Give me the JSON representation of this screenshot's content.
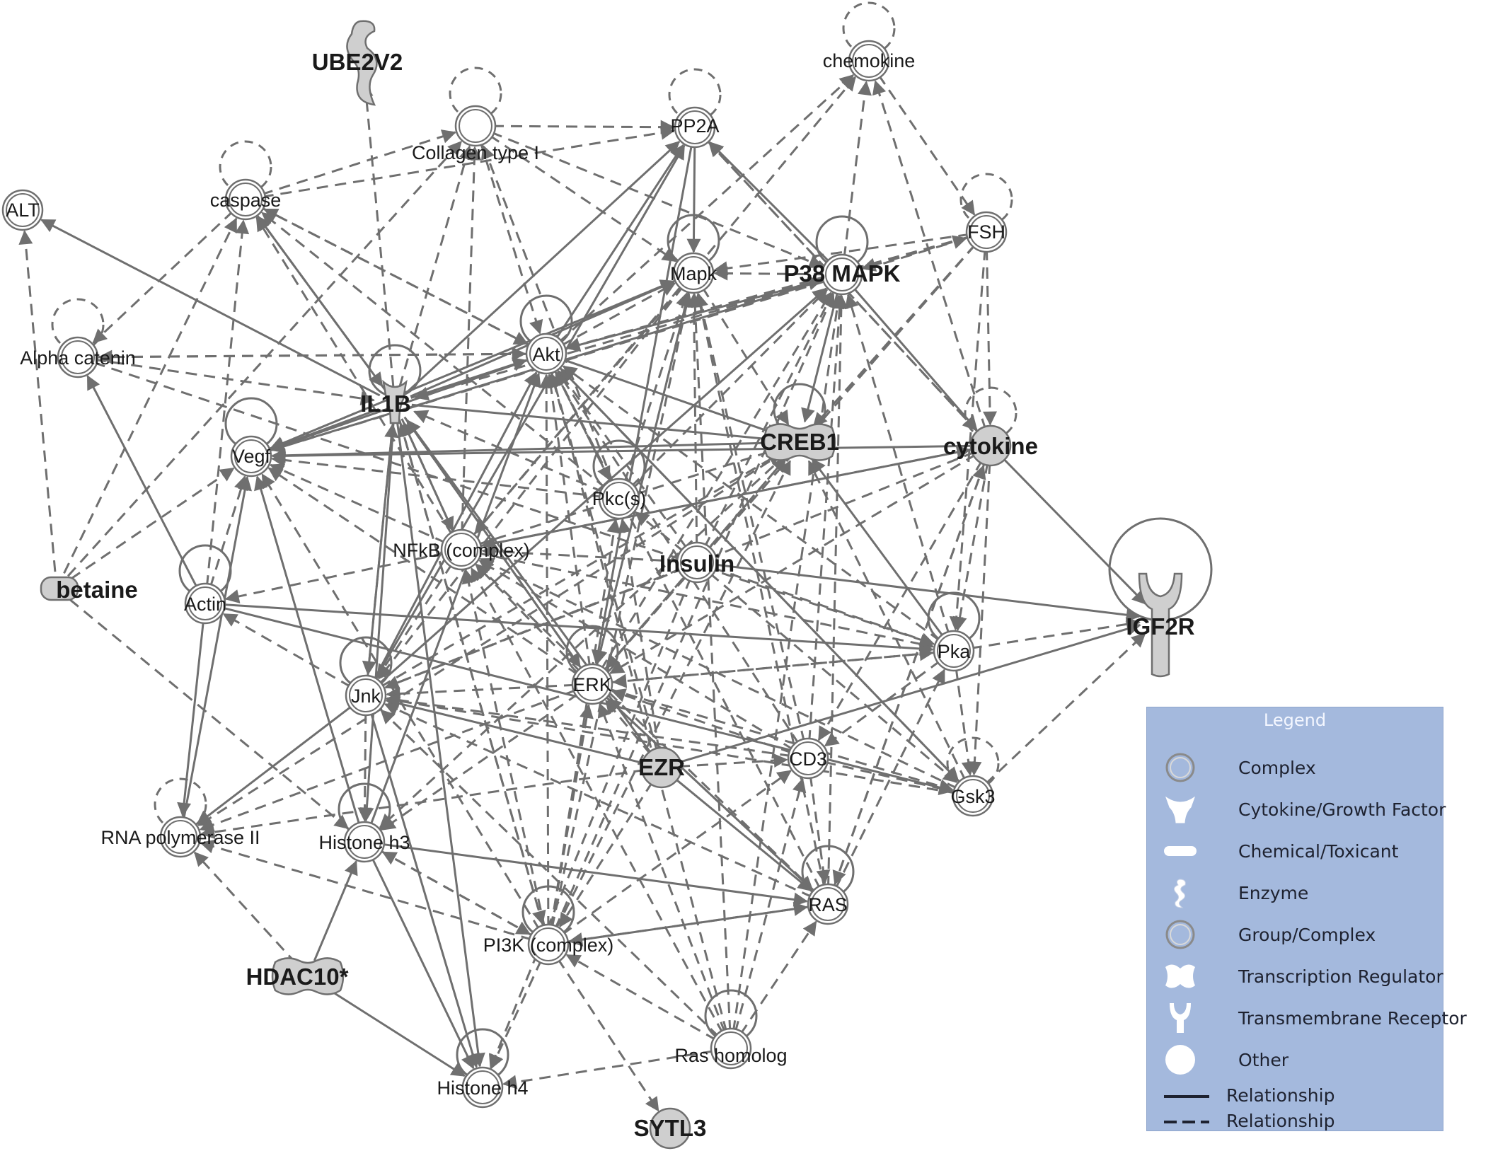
{
  "network": {
    "nodes": [
      {
        "id": "chemokine",
        "label": "chemokine",
        "style": "ring",
        "bold": false
      },
      {
        "id": "ube2v2",
        "label": "UBE2V2",
        "style": "enzyme",
        "bold": true
      },
      {
        "id": "pp2a",
        "label": "PP2A",
        "style": "ring",
        "bold": false
      },
      {
        "id": "collagen",
        "label": "Collagen type I",
        "style": "ring",
        "bold": false
      },
      {
        "id": "caspase",
        "label": "caspase",
        "style": "ring",
        "bold": false
      },
      {
        "id": "alt",
        "label": "ALT",
        "style": "ring",
        "bold": false
      },
      {
        "id": "fsh",
        "label": "FSH",
        "style": "ring",
        "bold": false
      },
      {
        "id": "mapk",
        "label": "Mapk",
        "style": "ring",
        "bold": false
      },
      {
        "id": "p38",
        "label": "P38 MAPK",
        "style": "ring",
        "bold": true
      },
      {
        "id": "alpha",
        "label": "Alpha catenin",
        "style": "ring",
        "bold": false
      },
      {
        "id": "akt",
        "label": "Akt",
        "style": "ring",
        "bold": false
      },
      {
        "id": "il1b",
        "label": "IL1B",
        "style": "cytokine",
        "bold": true
      },
      {
        "id": "creb1",
        "label": "CREB1",
        "style": "treg",
        "bold": true
      },
      {
        "id": "cytokine",
        "label": "cytokine",
        "style": "circle",
        "bold": true
      },
      {
        "id": "vegf",
        "label": "Vegf",
        "style": "ring",
        "bold": false
      },
      {
        "id": "pkcs",
        "label": "Pkc(s)",
        "style": "ring",
        "bold": false
      },
      {
        "id": "nfkb",
        "label": "NFkB (complex)",
        "style": "ring",
        "bold": false
      },
      {
        "id": "insulin",
        "label": "Insulin",
        "style": "ring",
        "bold": true
      },
      {
        "id": "betaine",
        "label": "betaine",
        "style": "chemical",
        "bold": true
      },
      {
        "id": "actin",
        "label": "Actin",
        "style": "ring",
        "bold": false
      },
      {
        "id": "igf2r",
        "label": "IGF2R",
        "style": "receptor",
        "bold": true
      },
      {
        "id": "pka",
        "label": "Pka",
        "style": "ring",
        "bold": false
      },
      {
        "id": "jnk",
        "label": "Jnk",
        "style": "ring",
        "bold": false
      },
      {
        "id": "erk",
        "label": "ERK",
        "style": "ring",
        "bold": false
      },
      {
        "id": "ezr",
        "label": "EZR",
        "style": "circle",
        "bold": true
      },
      {
        "id": "cd3",
        "label": "CD3",
        "style": "ring",
        "bold": false
      },
      {
        "id": "gsk3",
        "label": "Gsk3",
        "style": "ring",
        "bold": false
      },
      {
        "id": "rnapol",
        "label": "RNA polymerase II",
        "style": "ring",
        "bold": false
      },
      {
        "id": "h3",
        "label": "Histone h3",
        "style": "ring",
        "bold": false
      },
      {
        "id": "ras",
        "label": "RAS",
        "style": "ring",
        "bold": false
      },
      {
        "id": "pi3k",
        "label": "PI3K (complex)",
        "style": "ring",
        "bold": false
      },
      {
        "id": "hdac10",
        "label": "HDAC10*",
        "style": "treg",
        "bold": true
      },
      {
        "id": "rashom",
        "label": "Ras homolog",
        "style": "ring",
        "bold": false
      },
      {
        "id": "h4",
        "label": "Histone h4",
        "style": "ring",
        "bold": false
      },
      {
        "id": "sytl3",
        "label": "SYTL3",
        "style": "circle",
        "bold": true
      }
    ],
    "edges": [
      [
        "collagen",
        "pp2a",
        "d"
      ],
      [
        "caspase",
        "pp2a",
        "d"
      ],
      [
        "caspase",
        "collagen",
        "d"
      ],
      [
        "caspase",
        "alpha",
        "d"
      ],
      [
        "il1b",
        "ube2v2",
        "d"
      ],
      [
        "il1b",
        "caspase",
        "s"
      ],
      [
        "il1b",
        "alt",
        "s"
      ],
      [
        "il1b",
        "collagen",
        "d"
      ],
      [
        "il1b",
        "pp2a",
        "s"
      ],
      [
        "il1b",
        "mapk",
        "s"
      ],
      [
        "il1b",
        "akt",
        "s"
      ],
      [
        "il1b",
        "vegf",
        "s"
      ],
      [
        "il1b",
        "creb1",
        "s"
      ],
      [
        "il1b",
        "nfkb",
        "s"
      ],
      [
        "il1b",
        "jnk",
        "s"
      ],
      [
        "il1b",
        "h3",
        "s"
      ],
      [
        "il1b",
        "h4",
        "s"
      ],
      [
        "il1b",
        "pi3k",
        "d"
      ],
      [
        "il1b",
        "erk",
        "s"
      ],
      [
        "akt",
        "pp2a",
        "s"
      ],
      [
        "akt",
        "chemokine",
        "d"
      ],
      [
        "akt",
        "mapk",
        "d"
      ],
      [
        "akt",
        "p38",
        "s"
      ],
      [
        "akt",
        "creb1",
        "s"
      ],
      [
        "akt",
        "vegf",
        "s"
      ],
      [
        "akt",
        "alpha",
        "d"
      ],
      [
        "akt",
        "caspase",
        "d"
      ],
      [
        "akt",
        "pkcs",
        "d"
      ],
      [
        "akt",
        "gsk3",
        "s"
      ],
      [
        "p38",
        "pp2a",
        "s"
      ],
      [
        "p38",
        "chemokine",
        "d"
      ],
      [
        "p38",
        "mapk",
        "d"
      ],
      [
        "p38",
        "creb1",
        "s"
      ],
      [
        "p38",
        "vegf",
        "s"
      ],
      [
        "p38",
        "akt",
        "d"
      ],
      [
        "p38",
        "il1b",
        "d"
      ],
      [
        "p38",
        "cytokine",
        "s"
      ],
      [
        "fsh",
        "mapk",
        "d"
      ],
      [
        "fsh",
        "p38",
        "d"
      ],
      [
        "fsh",
        "akt",
        "d"
      ],
      [
        "fsh",
        "creb1",
        "d"
      ],
      [
        "fsh",
        "erk",
        "d"
      ],
      [
        "fsh",
        "pka",
        "d"
      ],
      [
        "fsh",
        "cytokine",
        "d"
      ],
      [
        "cytokine",
        "chemokine",
        "d"
      ],
      [
        "cytokine",
        "pp2a",
        "d"
      ],
      [
        "cytokine",
        "igf2r",
        "s"
      ],
      [
        "cytokine",
        "vegf",
        "s"
      ],
      [
        "cytokine",
        "nfkb",
        "d"
      ],
      [
        "cytokine",
        "jnk",
        "d"
      ],
      [
        "cytokine",
        "erk",
        "d"
      ],
      [
        "cytokine",
        "gsk3",
        "d"
      ],
      [
        "cytokine",
        "pka",
        "d"
      ],
      [
        "cytokine",
        "ras",
        "d"
      ],
      [
        "cytokine",
        "cd3",
        "d"
      ],
      [
        "creb1",
        "vegf",
        "s"
      ],
      [
        "creb1",
        "h3",
        "d"
      ],
      [
        "creb1",
        "rnapol",
        "d"
      ],
      [
        "mapk",
        "vegf",
        "d"
      ],
      [
        "mapk",
        "creb1",
        "d"
      ],
      [
        "mapk",
        "nfkb",
        "d"
      ],
      [
        "mapk",
        "jnk",
        "d"
      ],
      [
        "mapk",
        "erk",
        "d"
      ],
      [
        "pkcs",
        "vegf",
        "d"
      ],
      [
        "pkcs",
        "mapk",
        "d"
      ],
      [
        "pkcs",
        "p38",
        "d"
      ],
      [
        "pkcs",
        "akt",
        "d"
      ],
      [
        "pkcs",
        "il1b",
        "d"
      ],
      [
        "pkcs",
        "collagen",
        "d"
      ],
      [
        "pkcs",
        "caspase",
        "d"
      ],
      [
        "nfkb",
        "il1b",
        "d"
      ],
      [
        "nfkb",
        "vegf",
        "d"
      ],
      [
        "nfkb",
        "caspase",
        "d"
      ],
      [
        "nfkb",
        "collagen",
        "d"
      ],
      [
        "nfkb",
        "chemokine",
        "d"
      ],
      [
        "nfkb",
        "cytokine",
        "s"
      ],
      [
        "nfkb",
        "creb1",
        "d"
      ],
      [
        "nfkb",
        "pka",
        "d"
      ],
      [
        "nfkb",
        "actin",
        "d"
      ],
      [
        "insulin",
        "akt",
        "d"
      ],
      [
        "insulin",
        "mapk",
        "d"
      ],
      [
        "insulin",
        "p38",
        "d"
      ],
      [
        "insulin",
        "creb1",
        "d"
      ],
      [
        "insulin",
        "nfkb",
        "d"
      ],
      [
        "insulin",
        "pkcs",
        "d"
      ],
      [
        "insulin",
        "erk",
        "d"
      ],
      [
        "insulin",
        "pka",
        "d"
      ],
      [
        "insulin",
        "gsk3",
        "d"
      ],
      [
        "insulin",
        "igf2r",
        "s"
      ],
      [
        "betaine",
        "alt",
        "d"
      ],
      [
        "betaine",
        "caspase",
        "d"
      ],
      [
        "betaine",
        "collagen",
        "d"
      ],
      [
        "betaine",
        "vegf",
        "d"
      ],
      [
        "betaine",
        "h3",
        "d"
      ],
      [
        "actin",
        "alpha",
        "s"
      ],
      [
        "actin",
        "caspase",
        "d"
      ],
      [
        "actin",
        "vegf",
        "d"
      ],
      [
        "actin",
        "rnapol",
        "s"
      ],
      [
        "actin",
        "pka",
        "s"
      ],
      [
        "actin",
        "gsk3",
        "s"
      ],
      [
        "jnk",
        "akt",
        "s"
      ],
      [
        "jnk",
        "p38",
        "s"
      ],
      [
        "jnk",
        "il1b",
        "d"
      ],
      [
        "jnk",
        "actin",
        "d"
      ],
      [
        "jnk",
        "rnapol",
        "s"
      ],
      [
        "jnk",
        "h3",
        "d"
      ],
      [
        "jnk",
        "creb1",
        "d"
      ],
      [
        "jnk",
        "pp2a",
        "s"
      ],
      [
        "erk",
        "mapk",
        "d"
      ],
      [
        "erk",
        "p38",
        "d"
      ],
      [
        "erk",
        "creb1",
        "d"
      ],
      [
        "erk",
        "akt",
        "d"
      ],
      [
        "erk",
        "il1b",
        "d"
      ],
      [
        "erk",
        "nfkb",
        "d"
      ],
      [
        "erk",
        "jnk",
        "d"
      ],
      [
        "erk",
        "pka",
        "d"
      ],
      [
        "erk",
        "gsk3",
        "d"
      ],
      [
        "erk",
        "rnapol",
        "d"
      ],
      [
        "erk",
        "h3",
        "d"
      ],
      [
        "erk",
        "vegf",
        "d"
      ],
      [
        "ezr",
        "igf2r",
        "s"
      ],
      [
        "ezr",
        "pkcs",
        "d"
      ],
      [
        "ezr",
        "cd3",
        "d"
      ],
      [
        "ezr",
        "ras",
        "s"
      ],
      [
        "ezr",
        "erk",
        "d"
      ],
      [
        "ezr",
        "akt",
        "d"
      ],
      [
        "ezr",
        "jnk",
        "s"
      ],
      [
        "ezr",
        "rnapol",
        "d"
      ],
      [
        "ezr",
        "il1b",
        "s"
      ],
      [
        "cd3",
        "akt",
        "d"
      ],
      [
        "cd3",
        "mapk",
        "d"
      ],
      [
        "cd3",
        "p38",
        "d"
      ],
      [
        "cd3",
        "jnk",
        "d"
      ],
      [
        "cd3",
        "erk",
        "d"
      ],
      [
        "cd3",
        "ras",
        "d"
      ],
      [
        "cd3",
        "gsk3",
        "d"
      ],
      [
        "cd3",
        "nfkb",
        "d"
      ],
      [
        "gsk3",
        "creb1",
        "d"
      ],
      [
        "gsk3",
        "igf2r",
        "d"
      ],
      [
        "gsk3",
        "jnk",
        "d"
      ],
      [
        "gsk3",
        "nfkb",
        "d"
      ],
      [
        "gsk3",
        "akt",
        "d"
      ],
      [
        "pka",
        "creb1",
        "s"
      ],
      [
        "pka",
        "igf2r",
        "d"
      ],
      [
        "pka",
        "cd3",
        "d"
      ],
      [
        "pka",
        "gsk3",
        "d"
      ],
      [
        "pka",
        "erk",
        "d"
      ],
      [
        "pka",
        "akt",
        "d"
      ],
      [
        "pka",
        "p38",
        "d"
      ],
      [
        "rnapol",
        "vegf",
        "s"
      ],
      [
        "h3",
        "vegf",
        "s"
      ],
      [
        "h3",
        "akt",
        "s"
      ],
      [
        "h3",
        "ras",
        "s"
      ],
      [
        "pi3k",
        "rnapol",
        "d"
      ],
      [
        "pi3k",
        "h3",
        "d"
      ],
      [
        "pi3k",
        "ras",
        "s"
      ],
      [
        "pi3k",
        "akt",
        "d"
      ],
      [
        "pi3k",
        "nfkb",
        "d"
      ],
      [
        "pi3k",
        "erk",
        "d"
      ],
      [
        "pi3k",
        "mapk",
        "d"
      ],
      [
        "pi3k",
        "p38",
        "d"
      ],
      [
        "pi3k",
        "il1b",
        "d"
      ],
      [
        "pi3k",
        "pkcs",
        "d"
      ],
      [
        "pi3k",
        "cd3",
        "d"
      ],
      [
        "pi3k",
        "h4",
        "d"
      ],
      [
        "pi3k",
        "sytl3",
        "d"
      ],
      [
        "pi3k",
        "vegf",
        "d"
      ],
      [
        "pi3k",
        "creb1",
        "d"
      ],
      [
        "ras",
        "akt",
        "d"
      ],
      [
        "ras",
        "mapk",
        "d"
      ],
      [
        "ras",
        "p38",
        "d"
      ],
      [
        "ras",
        "erk",
        "d"
      ],
      [
        "ras",
        "nfkb",
        "d"
      ],
      [
        "ras",
        "pi3k",
        "d"
      ],
      [
        "ras",
        "jnk",
        "d"
      ],
      [
        "ras",
        "pka",
        "d"
      ],
      [
        "ras",
        "cytokine",
        "d"
      ],
      [
        "rashom",
        "pi3k",
        "d"
      ],
      [
        "rashom",
        "erk",
        "d"
      ],
      [
        "rashom",
        "ras",
        "d"
      ],
      [
        "rashom",
        "nfkb",
        "d"
      ],
      [
        "rashom",
        "akt",
        "d"
      ],
      [
        "rashom",
        "p38",
        "d"
      ],
      [
        "rashom",
        "jnk",
        "d"
      ],
      [
        "rashom",
        "h4",
        "d"
      ],
      [
        "rashom",
        "cd3",
        "d"
      ],
      [
        "rashom",
        "mapk",
        "d"
      ],
      [
        "hdac10",
        "rnapol",
        "d"
      ],
      [
        "hdac10",
        "h3",
        "s"
      ],
      [
        "hdac10",
        "h4",
        "s"
      ],
      [
        "h3",
        "h4",
        "s"
      ],
      [
        "alpha",
        "akt",
        "d"
      ],
      [
        "alpha",
        "pka",
        "d"
      ],
      [
        "alpha",
        "il1b",
        "d"
      ],
      [
        "vegf",
        "mapk",
        "d"
      ],
      [
        "vegf",
        "fsh",
        "d"
      ],
      [
        "caspase",
        "akt",
        "d"
      ],
      [
        "caspase",
        "il1b",
        "d"
      ],
      [
        "collagen",
        "mapk",
        "d"
      ],
      [
        "collagen",
        "akt",
        "d"
      ],
      [
        "collagen",
        "p38",
        "d"
      ],
      [
        "pp2a",
        "mapk",
        "s"
      ],
      [
        "pp2a",
        "erk",
        "s"
      ],
      [
        "pp2a",
        "cytokine",
        "d"
      ],
      [
        "chemokine",
        "fsh",
        "d"
      ],
      [
        "jnk",
        "h4",
        "s"
      ],
      [
        "nfkb",
        "jnk",
        "d"
      ],
      [
        "insulin",
        "jnk",
        "d"
      ],
      [
        "insulin",
        "h4",
        "d"
      ],
      [
        "erk",
        "ras",
        "s"
      ],
      [
        "ezr",
        "pi3k",
        "d"
      ],
      [
        "h3",
        "pi3k",
        "d"
      ]
    ],
    "loops": [
      {
        "node": "chemokine",
        "dashed": true
      },
      {
        "node": "pp2a",
        "dashed": true
      },
      {
        "node": "collagen",
        "dashed": true
      },
      {
        "node": "caspase",
        "dashed": true
      },
      {
        "node": "fsh",
        "dashed": true
      },
      {
        "node": "mapk",
        "dashed": false
      },
      {
        "node": "p38",
        "dashed": false
      },
      {
        "node": "alpha",
        "dashed": true
      },
      {
        "node": "akt",
        "dashed": false
      },
      {
        "node": "il1b",
        "dashed": false
      },
      {
        "node": "creb1",
        "dashed": false
      },
      {
        "node": "cytokine",
        "dashed": true
      },
      {
        "node": "vegf",
        "dashed": false
      },
      {
        "node": "pkcs",
        "dashed": false
      },
      {
        "node": "actin",
        "dashed": false
      },
      {
        "node": "pka",
        "dashed": false
      },
      {
        "node": "jnk",
        "dashed": false
      },
      {
        "node": "erk",
        "dashed": false
      },
      {
        "node": "gsk3",
        "dashed": true
      },
      {
        "node": "rnapol",
        "dashed": true
      },
      {
        "node": "h3",
        "dashed": false
      },
      {
        "node": "ras",
        "dashed": false
      },
      {
        "node": "pi3k",
        "dashed": false
      },
      {
        "node": "rashom",
        "dashed": false
      },
      {
        "node": "h4",
        "dashed": false
      },
      {
        "node": "igf2r",
        "dashed": false
      }
    ]
  },
  "legend": {
    "title": "Legend",
    "items": [
      {
        "icon": "complex",
        "label": "Complex"
      },
      {
        "icon": "cytokine",
        "label": "Cytokine/Growth Factor"
      },
      {
        "icon": "chemical",
        "label": "Chemical/Toxicant"
      },
      {
        "icon": "enzyme",
        "label": "Enzyme"
      },
      {
        "icon": "group",
        "label": "Group/Complex"
      },
      {
        "icon": "treg",
        "label": "Transcription Regulator"
      },
      {
        "icon": "receptor",
        "label": "Transmembrane Receptor"
      },
      {
        "icon": "other",
        "label": "Other"
      },
      {
        "icon": "solid-line",
        "label": "Relationship"
      },
      {
        "icon": "dashed-line",
        "label": "Relationship"
      }
    ]
  }
}
